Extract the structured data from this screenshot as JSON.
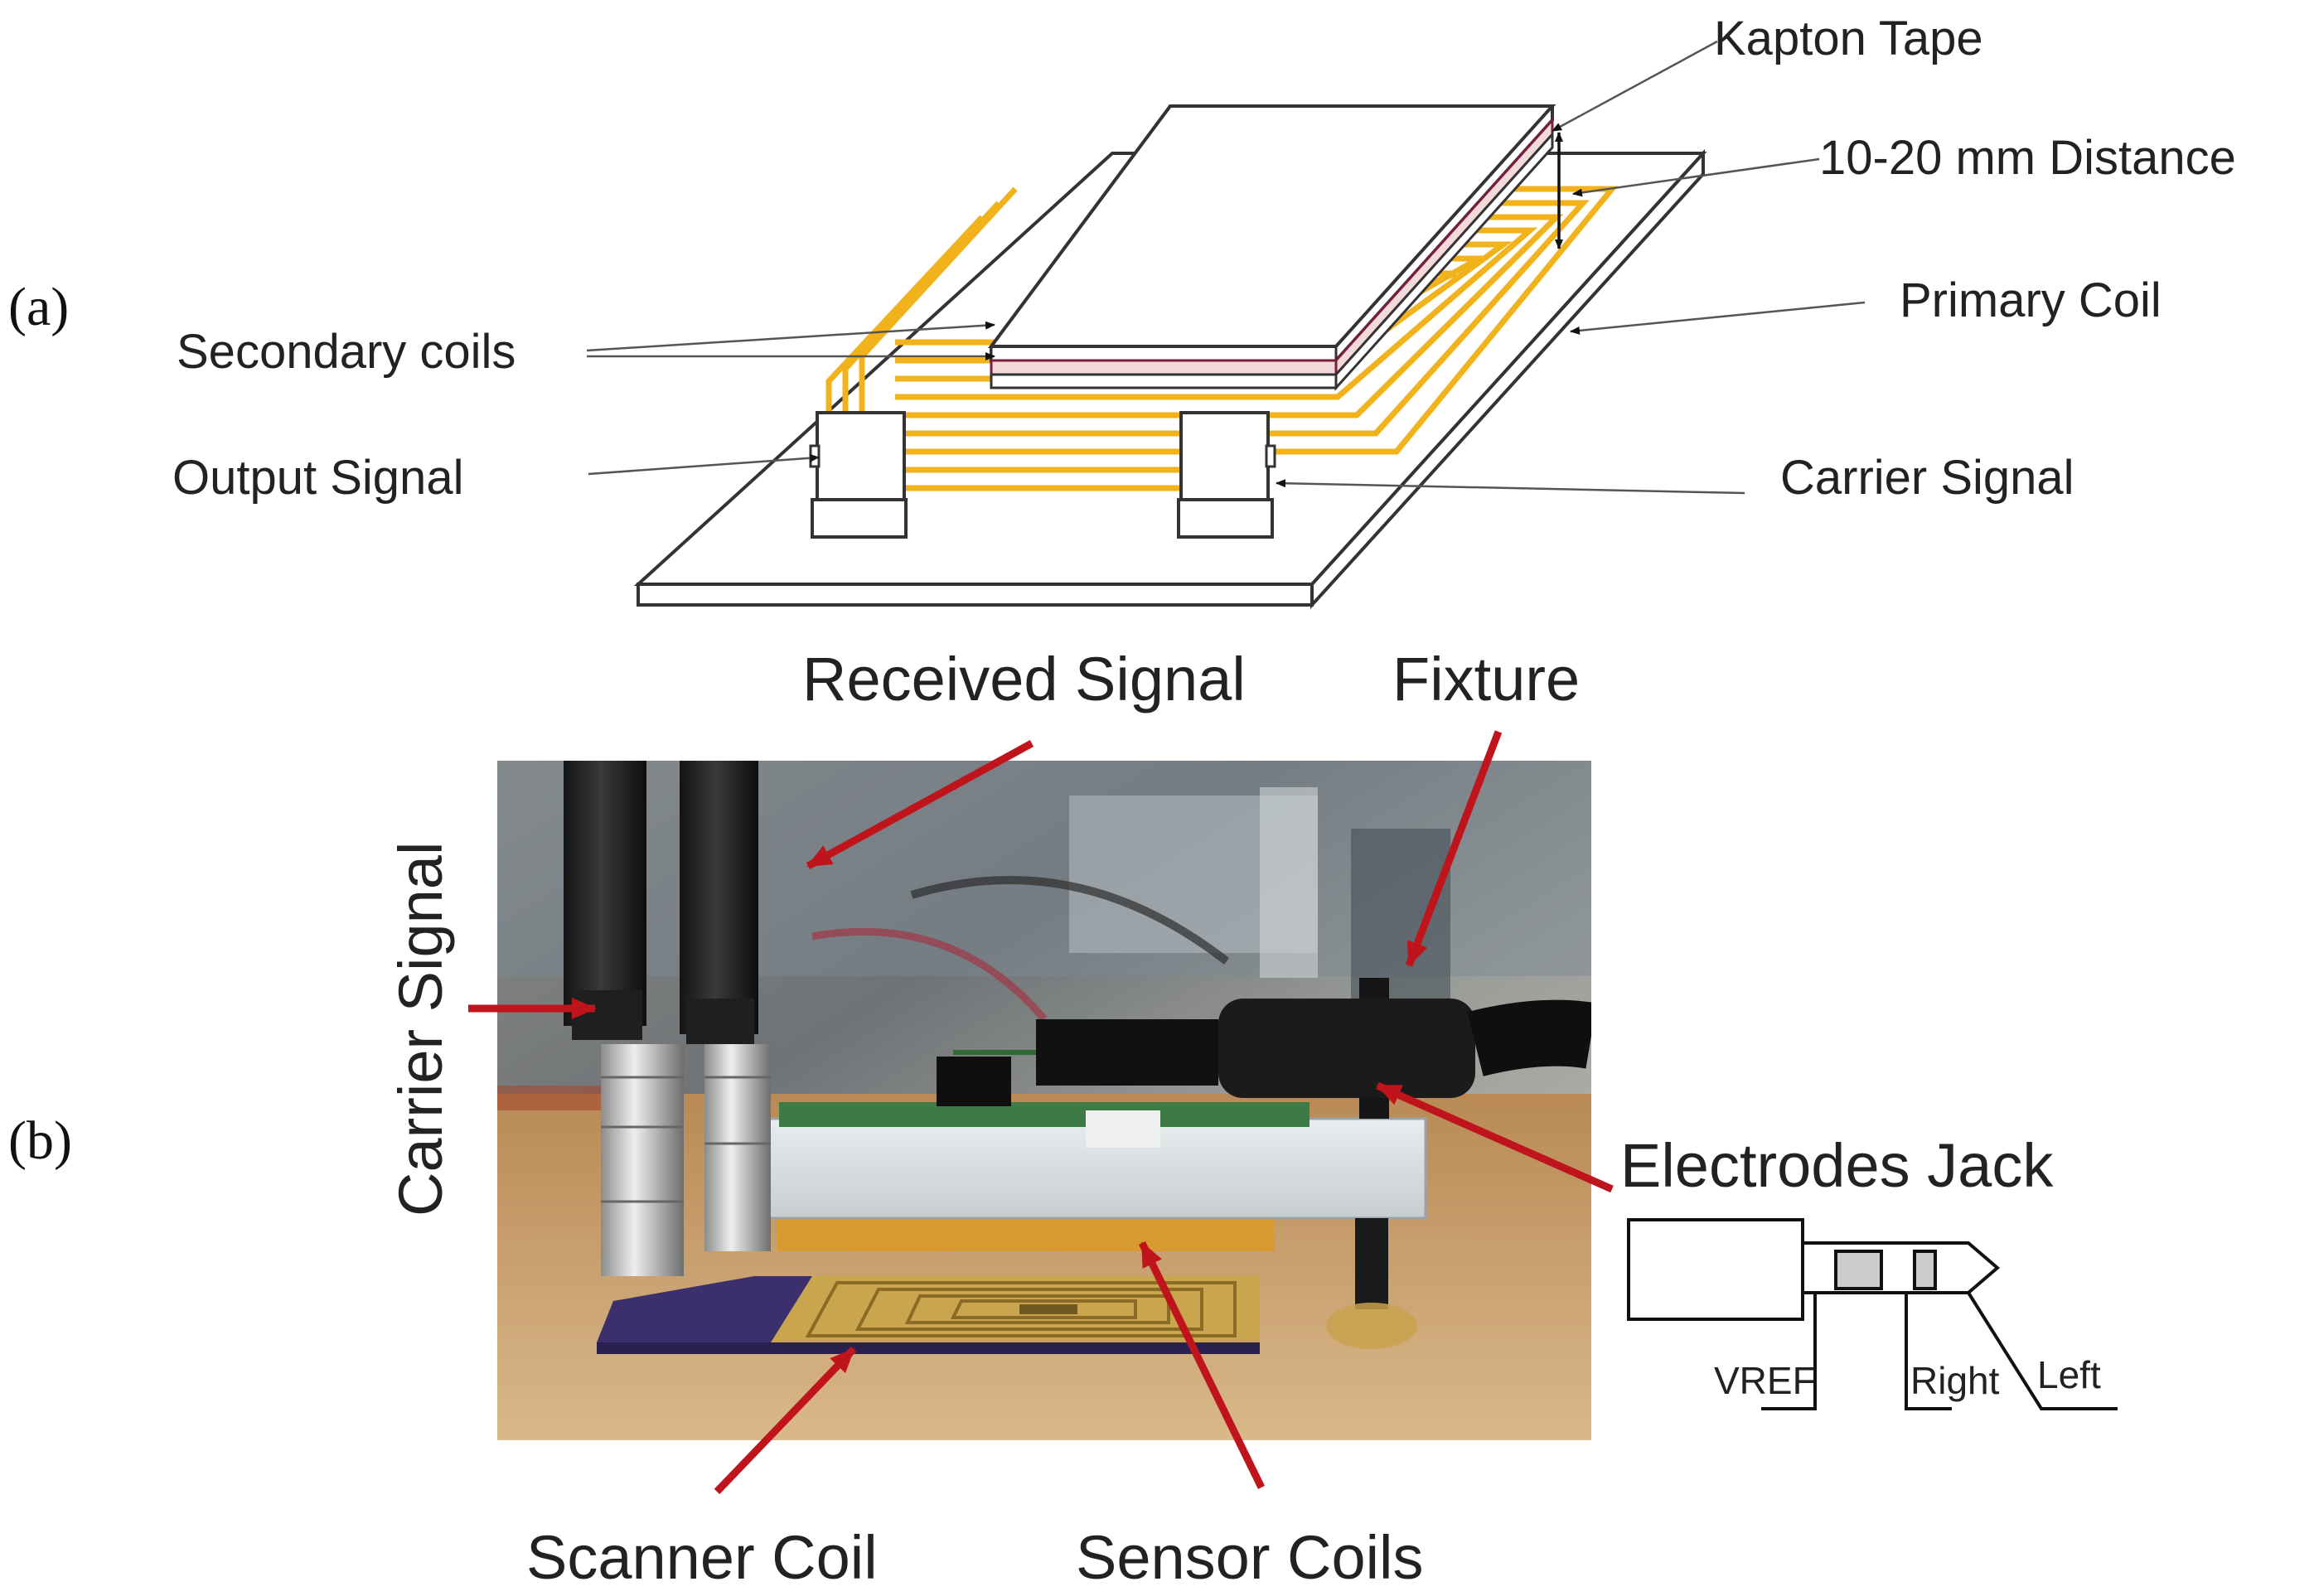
{
  "panel_a": {
    "label": "(a)",
    "kapton_tape": "Kapton Tape",
    "distance": "10-20 mm Distance",
    "primary_coil": "Primary Coil",
    "secondary_coils": "Secondary coils",
    "output_signal": "Output Signal",
    "carrier_signal": "Carrier Signal"
  },
  "panel_b": {
    "label": "(b)",
    "received_signal": "Received Signal",
    "fixture": "Fixture",
    "carrier_signal": "Carrier Signal",
    "electrodes_jack": "Electrodes Jack",
    "scanner_coil": "Scanner Coil",
    "sensor_coils": "Sensor Coils",
    "jack_vref": "VREF",
    "jack_right": "Right",
    "jack_left": "Left"
  },
  "colors": {
    "coil_trace": "#f2b21c",
    "arrow_red": "#c0141c",
    "pcb_purple": "#3c2f6e",
    "pcb_gold": "#c9a64e"
  }
}
